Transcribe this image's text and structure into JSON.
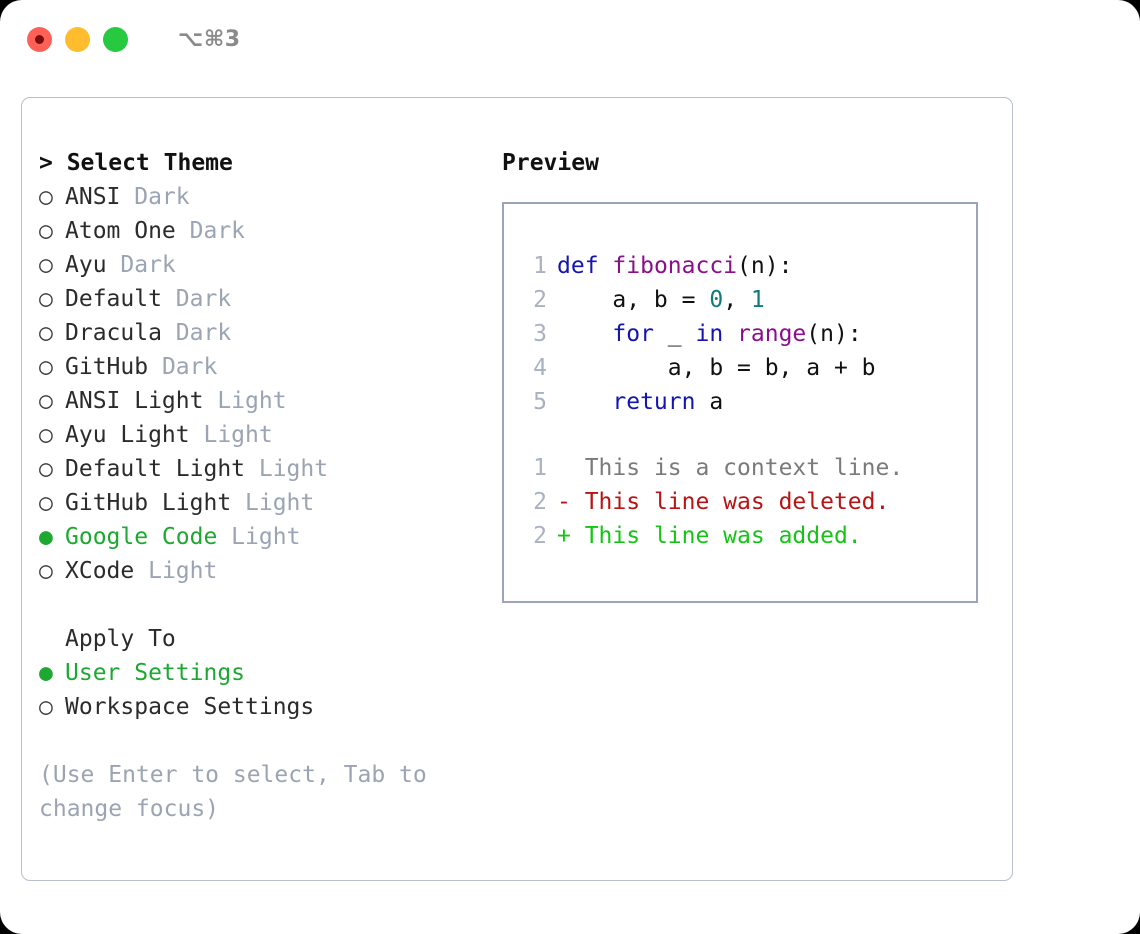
{
  "window": {
    "shortcut": "⌥⌘3",
    "traffic_lights": [
      {
        "name": "close",
        "color": "#ff6157",
        "hovered": true
      },
      {
        "name": "minimize",
        "color": "#ffbd2e",
        "hovered": false
      },
      {
        "name": "maximize",
        "color": "#26c940",
        "hovered": false
      }
    ]
  },
  "theme_picker": {
    "heading": "> Select Theme",
    "items": [
      {
        "bullet": "○",
        "selected": false,
        "label": "ANSI",
        "suffix": " Dark"
      },
      {
        "bullet": "○",
        "selected": false,
        "label": "Atom One",
        "suffix": " Dark"
      },
      {
        "bullet": "○",
        "selected": false,
        "label": "Ayu",
        "suffix": " Dark"
      },
      {
        "bullet": "○",
        "selected": false,
        "label": "Default",
        "suffix": " Dark"
      },
      {
        "bullet": "○",
        "selected": false,
        "label": "Dracula",
        "suffix": " Dark"
      },
      {
        "bullet": "○",
        "selected": false,
        "label": "GitHub",
        "suffix": " Dark"
      },
      {
        "bullet": "○",
        "selected": false,
        "label": "ANSI Light",
        "suffix": " Light"
      },
      {
        "bullet": "○",
        "selected": false,
        "label": "Ayu Light",
        "suffix": " Light"
      },
      {
        "bullet": "○",
        "selected": false,
        "label": "Default Light",
        "suffix": " Light"
      },
      {
        "bullet": "○",
        "selected": false,
        "label": "GitHub Light",
        "suffix": " Light"
      },
      {
        "bullet": "●",
        "selected": true,
        "label": "Google Code",
        "suffix": " Light"
      },
      {
        "bullet": "○",
        "selected": false,
        "label": "XCode",
        "suffix": " Light"
      }
    ]
  },
  "apply_to": {
    "heading": "Apply To",
    "items": [
      {
        "bullet": "●",
        "selected": true,
        "label": "User Settings",
        "suffix": ""
      },
      {
        "bullet": "○",
        "selected": false,
        "label": "Workspace Settings",
        "suffix": ""
      }
    ]
  },
  "hint": "(Use Enter to select, Tab to change focus)",
  "preview": {
    "heading": "Preview",
    "code_lines": [
      {
        "no": "1",
        "tokens": [
          {
            "t": "def",
            "c": "k"
          },
          {
            "t": " ",
            "c": "pl"
          },
          {
            "t": "fibonacci",
            "c": "fn"
          },
          {
            "t": "(n):",
            "c": "pl"
          }
        ]
      },
      {
        "no": "2",
        "tokens": [
          {
            "t": "    a, b = ",
            "c": "pl"
          },
          {
            "t": "0",
            "c": "num"
          },
          {
            "t": ", ",
            "c": "pl"
          },
          {
            "t": "1",
            "c": "num"
          }
        ]
      },
      {
        "no": "3",
        "tokens": [
          {
            "t": "    ",
            "c": "pl"
          },
          {
            "t": "for",
            "c": "k"
          },
          {
            "t": " _ ",
            "c": "pl"
          },
          {
            "t": "in",
            "c": "k"
          },
          {
            "t": " ",
            "c": "pl"
          },
          {
            "t": "range",
            "c": "fn"
          },
          {
            "t": "(n):",
            "c": "pl"
          }
        ]
      },
      {
        "no": "4",
        "tokens": [
          {
            "t": "        a, b = b, a + b",
            "c": "pl"
          }
        ]
      },
      {
        "no": "5",
        "tokens": [
          {
            "t": "    ",
            "c": "pl"
          },
          {
            "t": "return",
            "c": "k"
          },
          {
            "t": " a",
            "c": "pl"
          }
        ]
      }
    ],
    "diff_lines": [
      {
        "no": "1",
        "marker": "  ",
        "text": "This is a context line.",
        "kind": "ctx"
      },
      {
        "no": "2",
        "marker": "- ",
        "text": "This line was deleted.",
        "kind": "del"
      },
      {
        "no": "2",
        "marker": "+ ",
        "text": "This line was added.",
        "kind": "add"
      }
    ]
  },
  "colors": {
    "accent_green": "#1da832",
    "muted": "#9aa4b2",
    "keyword": "#1414b0",
    "function": "#8b0f8b",
    "number": "#0f7b7b",
    "diff_added": "#16c416",
    "diff_removed": "#b81414",
    "border": "#9aa6b8"
  }
}
